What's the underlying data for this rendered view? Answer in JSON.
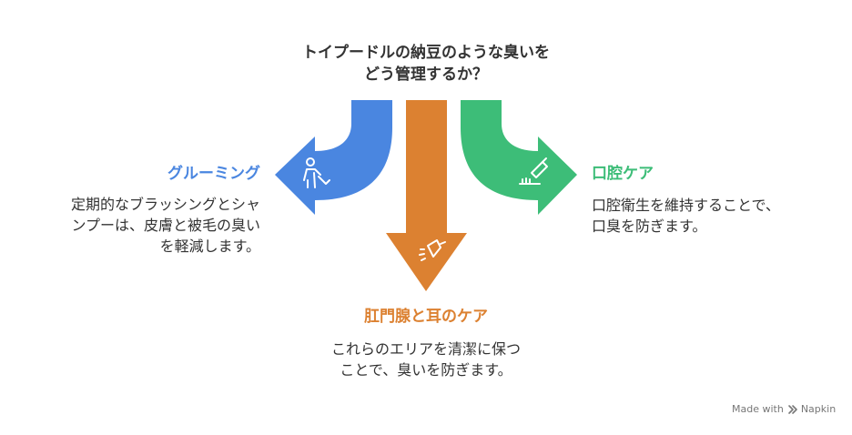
{
  "title": {
    "line1": "トイプードルの納豆のような臭いを",
    "line2": "どう管理するか？"
  },
  "branches": [
    {
      "heading": "グルーミング",
      "color": "#4a86e0",
      "icon": "person-brushing-icon",
      "body": [
        "定期的なブラッシングとシャ",
        "ンプーは、皮膚と被毛の臭い",
        "を軽減します。"
      ]
    },
    {
      "heading": "肛門腺と耳のケア",
      "color": "#dc8131",
      "icon": "spray-icon",
      "body": [
        "これらのエリアを清潔に保つ",
        "ことで、臭いを防ぎます。"
      ]
    },
    {
      "heading": "口腔ケア",
      "color": "#3dbd78",
      "icon": "toothbrush-toothpaste-icon",
      "body": [
        "口腔衛生を維持することで、",
        "口臭を防ぎます。"
      ]
    }
  ],
  "footer": {
    "prefix": "Made with",
    "brand": "Napkin"
  }
}
